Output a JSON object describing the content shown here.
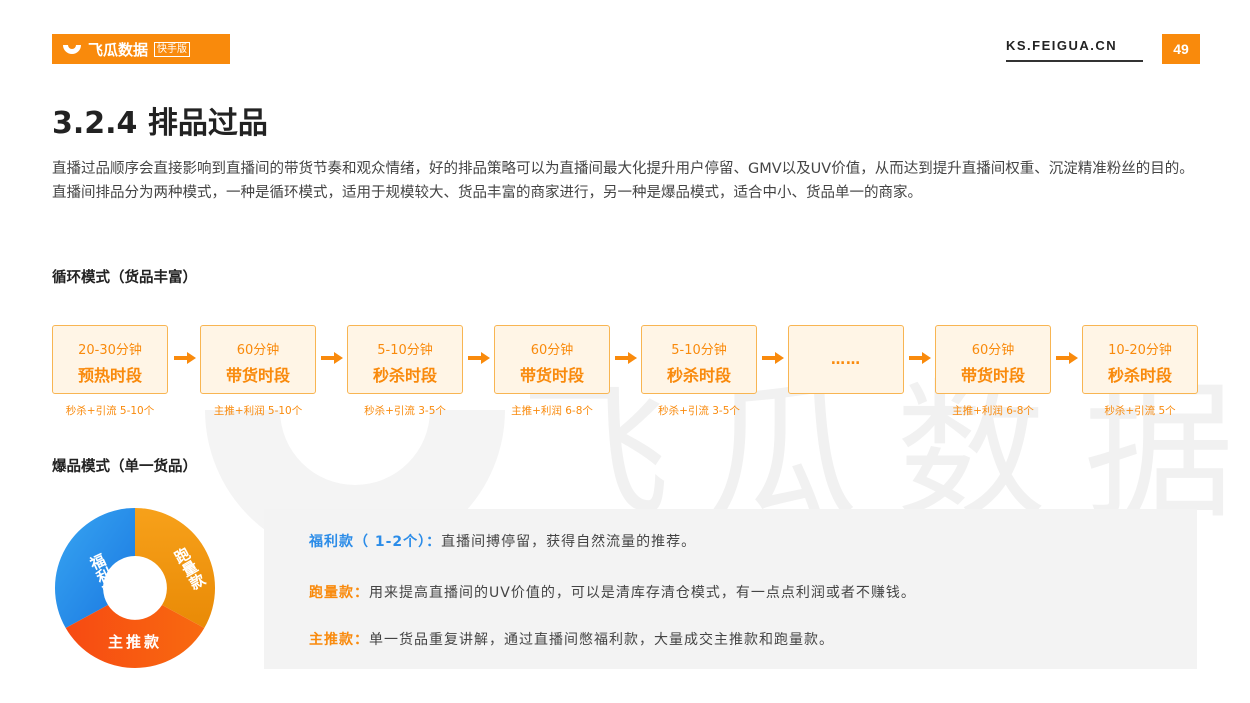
{
  "header": {
    "logo_text": "飞瓜数据",
    "logo_badge": "快手版",
    "site": "KS.FEIGUA.CN",
    "page_number": "49",
    "accent_color": "#f98a0c"
  },
  "watermark": "飞瓜数据",
  "title": "3.2.4 排品过品",
  "intro": "直播过品顺序会直接影响到直播间的带货节奏和观众情绪，好的排品策略可以为直播间最大化提升用户停留、GMV以及UV价值，从而达到提升直播间权重、沉淀精准粉丝的目的。直播间排品分为两种模式，一种是循环模式，适用于规模较大、货品丰富的商家进行，另一种是爆品模式，适合中小、货品单一的商家。",
  "cycle": {
    "title": "循环模式（货品丰富）",
    "steps": [
      {
        "time": "20-30分钟",
        "name": "预热时段",
        "caption": "秒杀+引流  5-10个"
      },
      {
        "time": "60分钟",
        "name": "带货时段",
        "caption": "主推+利润 5-10个"
      },
      {
        "time": "5-10分钟",
        "name": "秒杀时段",
        "caption": "秒杀+引流  3-5个"
      },
      {
        "time": "60分钟",
        "name": "带货时段",
        "caption": "主推+利润  6-8个"
      },
      {
        "time": "5-10分钟",
        "name": "秒杀时段",
        "caption": "秒杀+引流  3-5个"
      },
      {
        "dots": "……"
      },
      {
        "time": "60分钟",
        "name": "带货时段",
        "caption": "主推+利润  6-8个"
      },
      {
        "time": "10-20分钟",
        "name": "秒杀时段",
        "caption": "秒杀+引流  5个"
      }
    ]
  },
  "hot": {
    "title": "爆品模式（单一货品）",
    "ring": {
      "segments": [
        {
          "label": "福利款",
          "color": "#2b8ce8"
        },
        {
          "label": "跑量款",
          "color": "#f39a10"
        },
        {
          "label": "主推款",
          "color": "#f5530f"
        }
      ]
    },
    "items": [
      {
        "key": "福利款（ 1-2个）：",
        "text": "直播间搏停留，获得自然流量的推荐。"
      },
      {
        "key": "跑量款：",
        "text": "用来提高直播间的UV价值的，可以是清库存清仓模式，有一点点利润或者不赚钱。"
      },
      {
        "key": "主推款：",
        "text": "单一货品重复讲解，通过直播间憋福利款，大量成交主推款和跑量款。"
      }
    ]
  }
}
